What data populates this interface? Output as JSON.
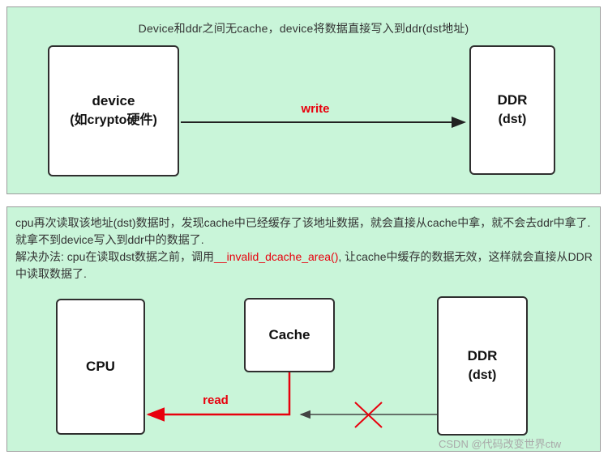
{
  "colors": {
    "panel_bg": "#c9f5d9",
    "panel_border": "#9c9c9c",
    "box_border": "#2f2f2f",
    "accent_red": "#e8000d",
    "text_dark": "#333333",
    "watermark_gray": "#a9a9a9"
  },
  "top_panel": {
    "title": "Device和ddr之间无cache，device将数据直接写入到ddr(dst地址)",
    "device_box": {
      "line1": "device",
      "line2": "(如crypto硬件)"
    },
    "ddr_box": {
      "line1": "DDR",
      "line2": "(dst)"
    },
    "write_label": "write"
  },
  "bottom_panel": {
    "paragraph1": "cpu再次读取该地址(dst)数据时，发现cache中已经缓存了该地址数据，就会直接从cache中拿，就不会去ddr中拿了. 就拿不到device写入到ddr中的数据了.",
    "solution_prefix": "解决办法: cpu在读取dst数据之前，调用",
    "solution_code": "__invalid_dcache_area()",
    "solution_suffix": ", 让cache中缓存的数据无效，这样就会直接从DDR中读取数据了.",
    "cpu_box": {
      "line1": "CPU"
    },
    "cache_box": {
      "line1": "Cache"
    },
    "ddr_box": {
      "line1": "DDR",
      "line2": "(dst)"
    },
    "read_label": "read"
  },
  "watermark": "CSDN @代码改变世界ctw"
}
